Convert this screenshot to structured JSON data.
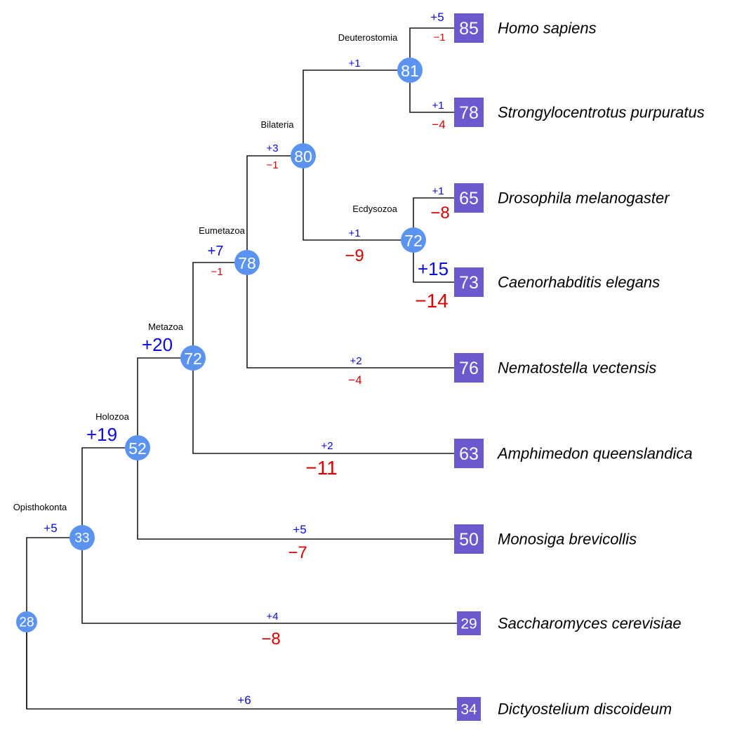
{
  "colors": {
    "internal_node": "#5b94f0",
    "leaf_node": "#6a5acd",
    "gain": "#0a0adc",
    "loss": "#d80000",
    "branch": "#1a1a1a"
  },
  "tree": {
    "internal_nodes": [
      {
        "id": "root",
        "value": "28",
        "clade": ""
      },
      {
        "id": "opisthokonta",
        "value": "33",
        "clade": "Opisthokonta",
        "parent": "root",
        "gain": "+5",
        "loss": ""
      },
      {
        "id": "holozoa",
        "value": "52",
        "clade": "Holozoa",
        "parent": "opisthokonta",
        "gain": "+19",
        "loss": ""
      },
      {
        "id": "metazoa",
        "value": "72",
        "clade": "Metazoa",
        "parent": "holozoa",
        "gain": "+20",
        "loss": ""
      },
      {
        "id": "eumetazoa",
        "value": "78",
        "clade": "Eumetazoa",
        "parent": "metazoa",
        "gain": "+7",
        "loss": "−1"
      },
      {
        "id": "bilateria",
        "value": "80",
        "clade": "Bilateria",
        "parent": "eumetazoa",
        "gain": "+3",
        "loss": "−1"
      },
      {
        "id": "deuterostomia",
        "value": "81",
        "clade": "Deuterostomia",
        "parent": "bilateria",
        "gain": "+1",
        "loss": ""
      },
      {
        "id": "ecdysozoa",
        "value": "72",
        "clade": "Ecdysozoa",
        "parent": "bilateria",
        "gain": "+1",
        "loss": "−9"
      }
    ],
    "leaves": [
      {
        "id": "homo",
        "species": "Homo sapiens",
        "value": "85",
        "parent": "deuterostomia",
        "gain": "+5",
        "loss": "−1"
      },
      {
        "id": "strongylocentrotus",
        "species": "Strongylocentrotus purpuratus",
        "value": "78",
        "parent": "deuterostomia",
        "gain": "+1",
        "loss": "−4"
      },
      {
        "id": "drosophila",
        "species": "Drosophila melanogaster",
        "value": "65",
        "parent": "ecdysozoa",
        "gain": "+1",
        "loss": "−8"
      },
      {
        "id": "caenorhabditis",
        "species": "Caenorhabditis elegans",
        "value": "73",
        "parent": "ecdysozoa",
        "gain": "+15",
        "loss": "−14"
      },
      {
        "id": "nematostella",
        "species": "Nematostella vectensis",
        "value": "76",
        "parent": "eumetazoa",
        "gain": "+2",
        "loss": "−4"
      },
      {
        "id": "amphimedon",
        "species": "Amphimedon queenslandica",
        "value": "63",
        "parent": "metazoa",
        "gain": "+2",
        "loss": "−11"
      },
      {
        "id": "monosiga",
        "species": "Monosiga brevicollis",
        "value": "50",
        "parent": "holozoa",
        "gain": "+5",
        "loss": "−7"
      },
      {
        "id": "saccharomyces",
        "species": "Saccharomyces cerevisiae",
        "value": "29",
        "parent": "opisthokonta",
        "gain": "+4",
        "loss": "−8"
      },
      {
        "id": "dictyostelium",
        "species": "Dictyostelium discoideum",
        "value": "34",
        "parent": "root",
        "gain": "+6",
        "loss": ""
      }
    ]
  }
}
